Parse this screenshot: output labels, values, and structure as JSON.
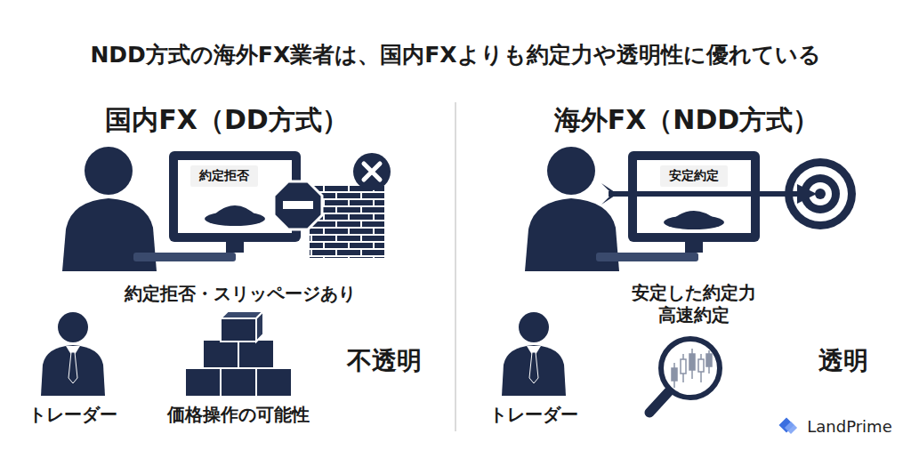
{
  "diagram": {
    "title": "NDD方式の海外FX業者は、国内FXよりも約定力や透明性に優れている",
    "nodes": [
      {
        "text": [
          "約定拒否"
        ]
      },
      {
        "text": [
          "安定約定"
        ]
      }
    ],
    "labels": [
      "国内FX（DD方式）",
      "海外FX（NDD方式）",
      "約定拒否・スリッページあり",
      "トレーダー",
      "価格操作の可能性",
      "不透明",
      "安定した約定力 高速約定",
      "トレーダー",
      "透明",
      "LandPrime"
    ]
  }
}
